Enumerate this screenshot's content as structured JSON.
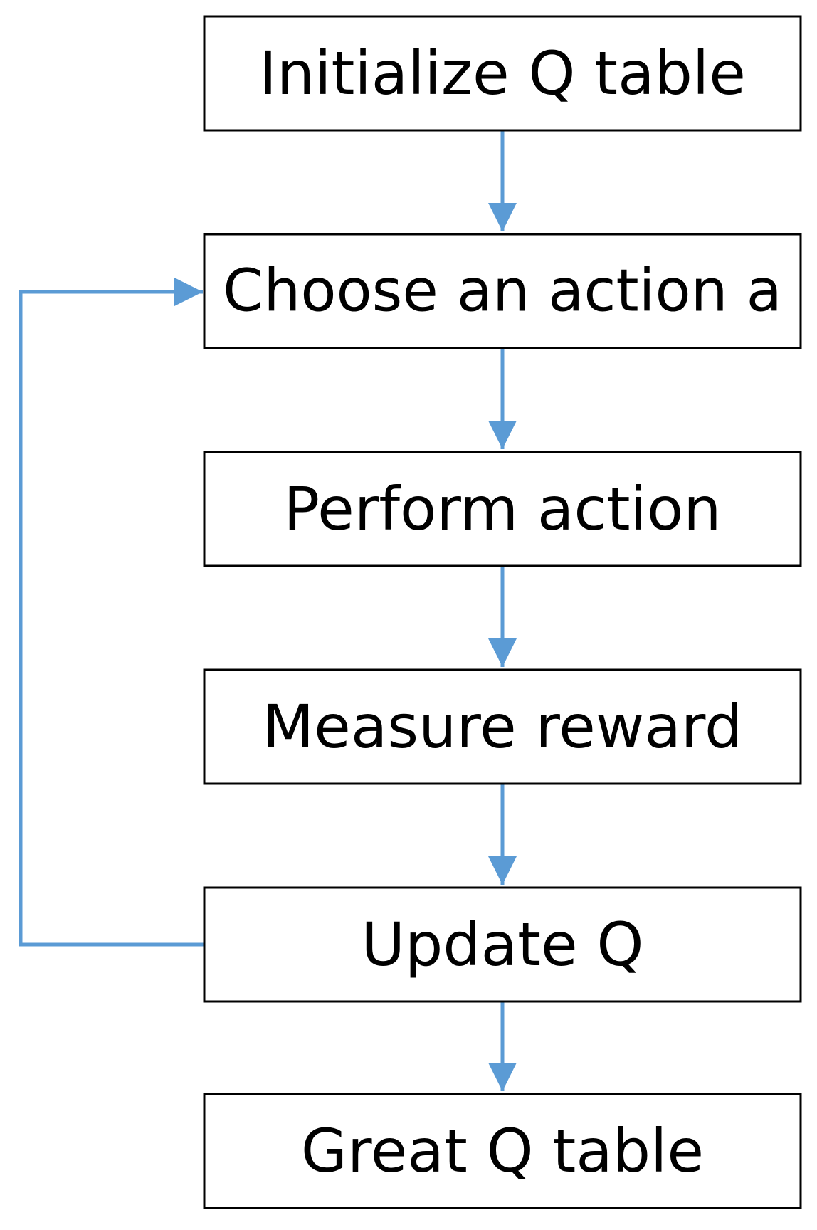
{
  "diagram": {
    "colors": {
      "arrow": "#5B9BD5",
      "box_border": "#000000",
      "text": "#000000",
      "background": "#ffffff"
    },
    "steps": [
      {
        "label": "Initialize Q table"
      },
      {
        "label": "Choose an action a"
      },
      {
        "label": "Perform action"
      },
      {
        "label": "Measure reward"
      },
      {
        "label": "Update Q"
      },
      {
        "label": "Great Q table"
      }
    ],
    "loop": {
      "from": "Update Q",
      "to": "Choose an action a"
    }
  }
}
